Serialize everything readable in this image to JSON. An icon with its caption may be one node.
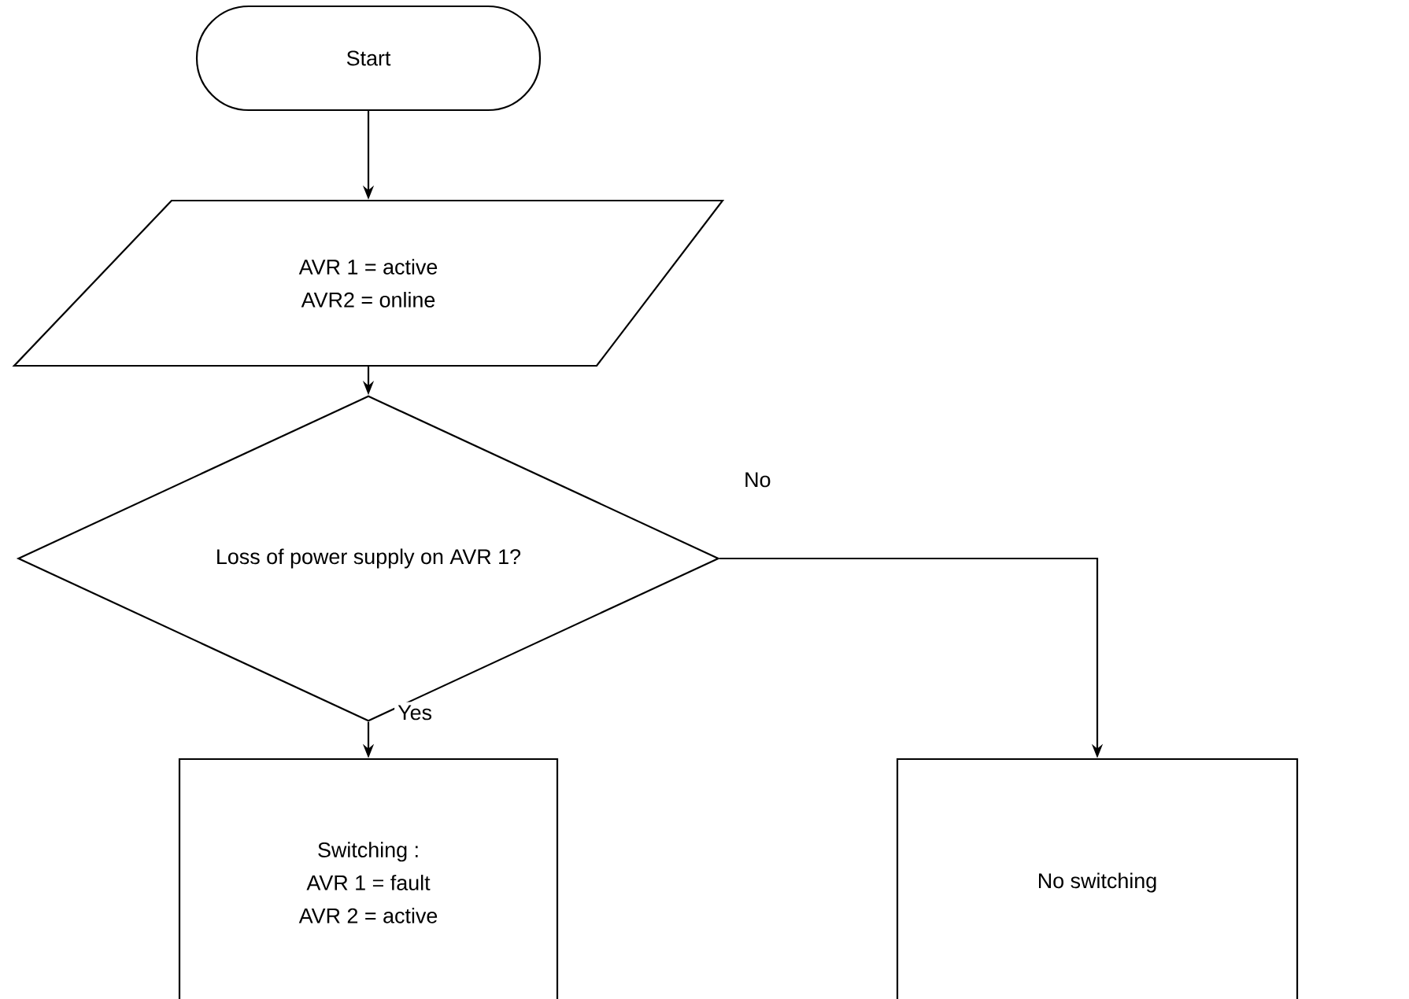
{
  "diagram": {
    "nodes": [
      {
        "text": [
          "Start"
        ]
      },
      {
        "text": [
          "AVR 1 = active",
          "AVR2 = online"
        ]
      },
      {
        "text": [
          "Loss of power supply on AVR 1?"
        ]
      },
      {
        "text": [
          "Switching :",
          "AVR 1 = fault",
          "AVR 2 = active"
        ]
      },
      {
        "text": [
          "No switching"
        ]
      }
    ],
    "edges": [
      {
        "from": 0,
        "to": 1,
        "arrow": "to"
      },
      {
        "from": 1,
        "to": 2,
        "arrow": "to"
      },
      {
        "from": 2,
        "to": 3,
        "arrow": "to",
        "label": "Yes"
      },
      {
        "from": 2,
        "to": 4,
        "arrow": "to",
        "label": "No"
      }
    ]
  }
}
